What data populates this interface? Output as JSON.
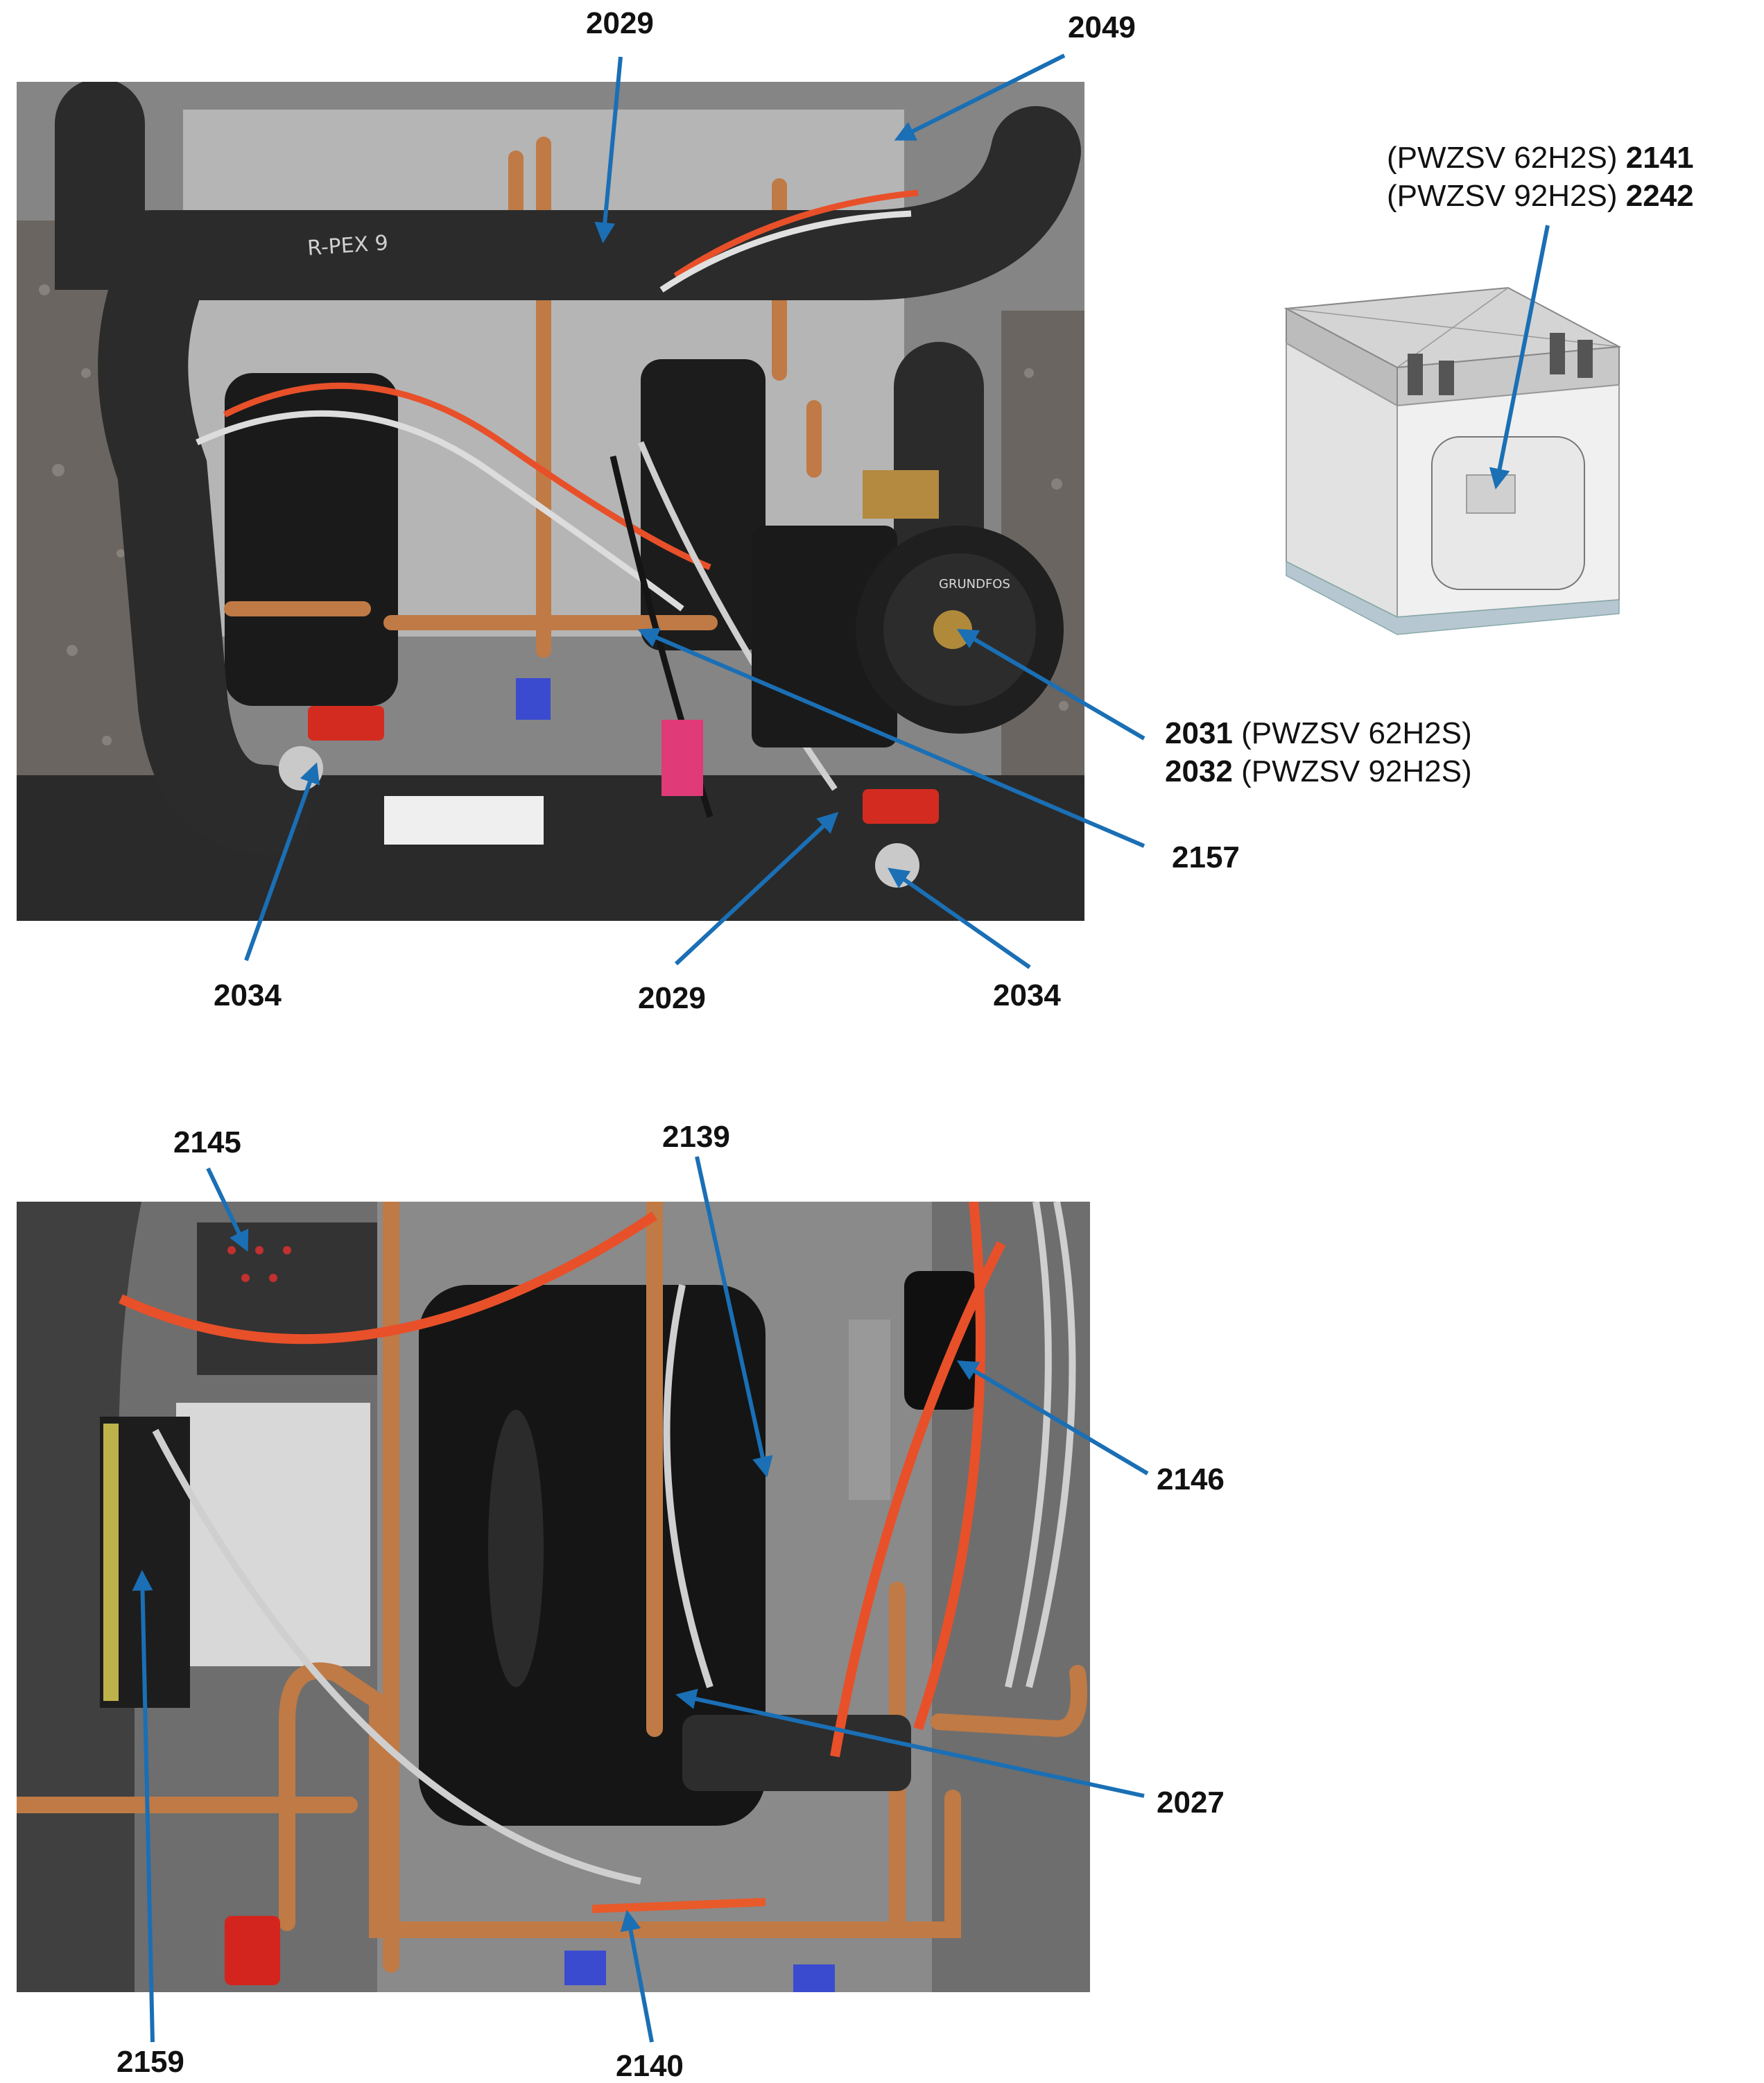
{
  "top_labels": {
    "p2029a": "2029",
    "p2049": "2049",
    "p2034a": "2034",
    "p2029b": "2029",
    "p2034b": "2034",
    "p2157": "2157",
    "p2031": "2031",
    "p2031_model": "(PWZSV 62H2S)",
    "p2032": "2032",
    "p2032_model": "(PWZSV 92H2S)"
  },
  "unit_labels": {
    "model1": "(PWZSV 62H2S)",
    "part1": "2141",
    "model2": "(PWZSV 92H2S)",
    "part2": "2242"
  },
  "bottom_labels": {
    "p2145": "2145",
    "p2139": "2139",
    "p2146": "2146",
    "p2027": "2027",
    "p2159": "2159",
    "p2140": "2140"
  },
  "photo_text": {
    "pump_brand": "GRUNDFOS",
    "pipe_text": "R-PEX 9"
  },
  "colors": {
    "callout": "#1a6fb5",
    "insulation": "#2b2b2b",
    "copper": "#c07a45",
    "wire_orange": "#e8502a"
  }
}
